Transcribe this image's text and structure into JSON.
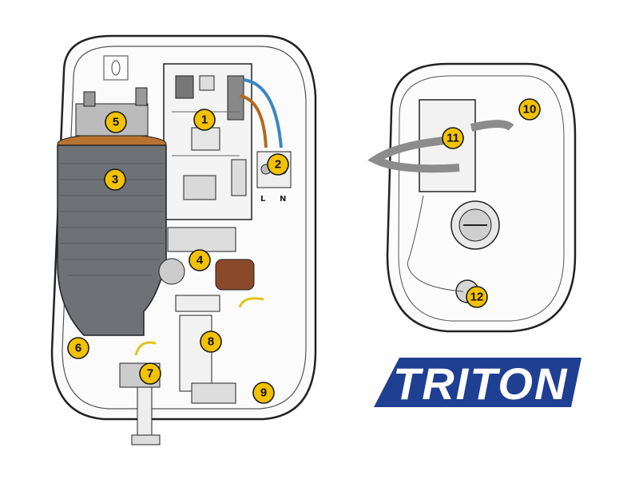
{
  "brand": {
    "name": "TRITON",
    "color": "#1f3f93",
    "text_color": "#ffffff"
  },
  "colors": {
    "callout_fill": "#f2c200",
    "heater_can": "#6e7276",
    "heater_top": "#b87333",
    "blue_wire": "#3b86c6",
    "brown_wire": "#b26a1f",
    "yellow_wire": "#e2c21a",
    "ribbon_cable": "#8c8c8c"
  },
  "terminal_labels": {
    "live": "L",
    "neutral": "N"
  },
  "callouts": [
    "1",
    "2",
    "3",
    "4",
    "5",
    "6",
    "7",
    "8",
    "9",
    "10",
    "11",
    "12"
  ]
}
